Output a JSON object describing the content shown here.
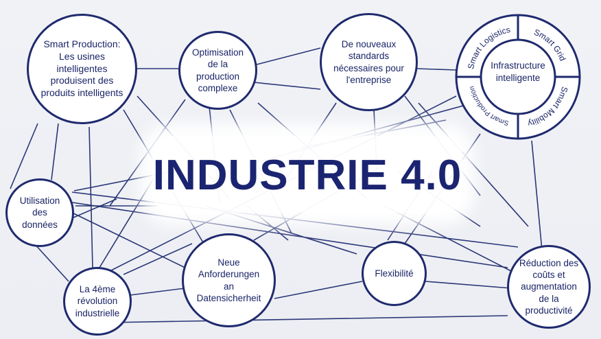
{
  "title": "INDUSTRIE 4.0",
  "nodes": {
    "smart_production": "Smart Production:\nLes usines\nintelligentes\nproduisent des\nproduits intelligents",
    "optimisation": "Optimisation\nde la\nproduction\ncomplexe",
    "standards": "De nouveaux\nstandards\nnécessaires pour\nl'entreprise",
    "infrastructure": "Infrastructure\nintelligente",
    "utilisation": "Utilisation\ndes\ndonnées",
    "revolution": "La 4ème\nrévolution\nindustrielle",
    "datensicherheit": "Neue\nAnforderungen\nan\nDatensicherheit",
    "flexibilite": "Flexibilité",
    "reduction": "Réduction des\ncoûts et\naugmentation\nde la\nproductivité"
  },
  "ring_segments": [
    "Smart Logistics",
    "Smart Grid",
    "Smart Mobility",
    "Smart Production"
  ],
  "colors": {
    "line": "#2a3677",
    "border": "#1f2a6e",
    "text": "#1a2466",
    "background": "#eef0f4"
  }
}
